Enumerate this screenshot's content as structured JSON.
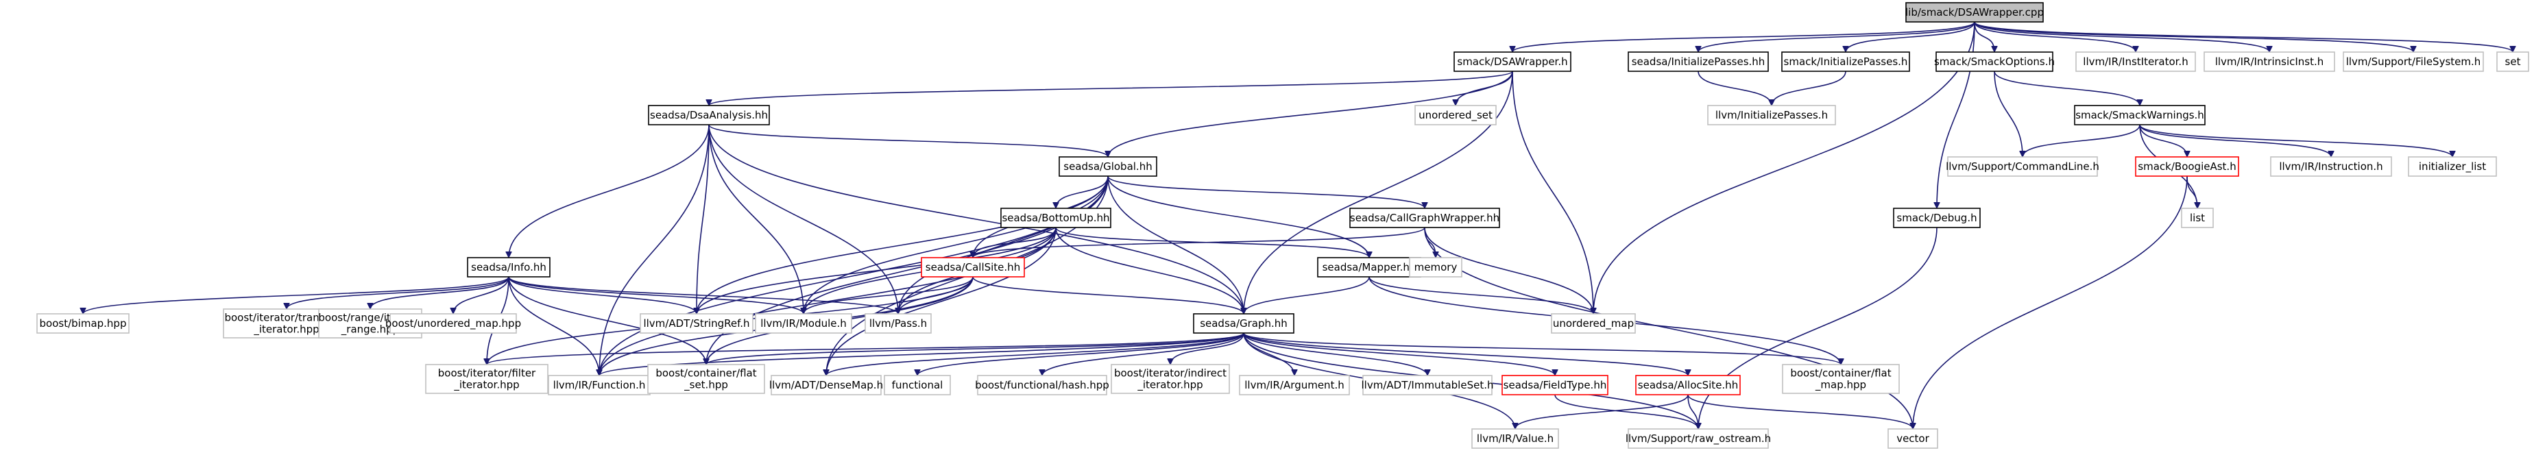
{
  "colors": {
    "edge": "#191970",
    "box_default": "#bfbfbf",
    "box_documented": "#000000",
    "box_incomplete": "#ff0000",
    "root_fill": "#bfbfbf",
    "fill": "#ffffff"
  },
  "nodes": [
    {
      "id": "root",
      "lines": [
        "lib/smack/DSAWrapper.cpp"
      ],
      "kind": "root"
    },
    {
      "id": "dsawrapper",
      "lines": [
        "smack/DSAWrapper.h"
      ],
      "kind": "documented"
    },
    {
      "id": "seadsa_init",
      "lines": [
        "seadsa/InitializePasses.hh"
      ],
      "kind": "documented"
    },
    {
      "id": "smack_init",
      "lines": [
        "smack/InitializePasses.h"
      ],
      "kind": "documented"
    },
    {
      "id": "smackoptions",
      "lines": [
        "smack/SmackOptions.h"
      ],
      "kind": "documented"
    },
    {
      "id": "institerator",
      "lines": [
        "llvm/IR/InstIterator.h"
      ],
      "kind": "default"
    },
    {
      "id": "intrinsicinst",
      "lines": [
        "llvm/IR/IntrinsicInst.h"
      ],
      "kind": "default"
    },
    {
      "id": "filesystem",
      "lines": [
        "llvm/Support/FileSystem.h"
      ],
      "kind": "default"
    },
    {
      "id": "set",
      "lines": [
        "set"
      ],
      "kind": "default"
    },
    {
      "id": "dsaanalysis",
      "lines": [
        "seadsa/DsaAnalysis.hh"
      ],
      "kind": "documented"
    },
    {
      "id": "unordered_set",
      "lines": [
        "unordered_set"
      ],
      "kind": "default"
    },
    {
      "id": "llvm_initpasses",
      "lines": [
        "llvm/InitializePasses.h"
      ],
      "kind": "default"
    },
    {
      "id": "smackwarnings",
      "lines": [
        "smack/SmackWarnings.h"
      ],
      "kind": "documented"
    },
    {
      "id": "global",
      "lines": [
        "seadsa/Global.hh"
      ],
      "kind": "documented"
    },
    {
      "id": "commandline",
      "lines": [
        "llvm/Support/CommandLine.h"
      ],
      "kind": "default"
    },
    {
      "id": "boogieast",
      "lines": [
        "smack/BoogieAst.h"
      ],
      "kind": "incomplete"
    },
    {
      "id": "instruction",
      "lines": [
        "llvm/IR/Instruction.h"
      ],
      "kind": "default"
    },
    {
      "id": "initializer_list",
      "lines": [
        "initializer_list"
      ],
      "kind": "default"
    },
    {
      "id": "bottomup",
      "lines": [
        "seadsa/BottomUp.hh"
      ],
      "kind": "documented"
    },
    {
      "id": "callgraphwrapper",
      "lines": [
        "seadsa/CallGraphWrapper.hh"
      ],
      "kind": "documented"
    },
    {
      "id": "list",
      "lines": [
        "list"
      ],
      "kind": "default"
    },
    {
      "id": "debug",
      "lines": [
        "smack/Debug.h"
      ],
      "kind": "documented"
    },
    {
      "id": "info",
      "lines": [
        "seadsa/Info.hh"
      ],
      "kind": "documented"
    },
    {
      "id": "callsite",
      "lines": [
        "seadsa/CallSite.hh"
      ],
      "kind": "incomplete"
    },
    {
      "id": "mapper",
      "lines": [
        "seadsa/Mapper.hh"
      ],
      "kind": "documented"
    },
    {
      "id": "memory",
      "lines": [
        "memory"
      ],
      "kind": "default"
    },
    {
      "id": "bimap",
      "lines": [
        "boost/bimap.hpp"
      ],
      "kind": "default"
    },
    {
      "id": "transform_iter",
      "lines": [
        "boost/iterator/transform",
        "_iterator.hpp"
      ],
      "kind": "default"
    },
    {
      "id": "range_iter",
      "lines": [
        "boost/range/iterator",
        "_range.hpp"
      ],
      "kind": "default"
    },
    {
      "id": "unordered_map_hpp",
      "lines": [
        "boost/unordered_map.hpp"
      ],
      "kind": "default"
    },
    {
      "id": "stringref",
      "lines": [
        "llvm/ADT/StringRef.h"
      ],
      "kind": "default"
    },
    {
      "id": "module",
      "lines": [
        "llvm/IR/Module.h"
      ],
      "kind": "default"
    },
    {
      "id": "pass",
      "lines": [
        "llvm/Pass.h"
      ],
      "kind": "default"
    },
    {
      "id": "unordered_map",
      "lines": [
        "unordered_map"
      ],
      "kind": "default"
    },
    {
      "id": "graph",
      "lines": [
        "seadsa/Graph.hh"
      ],
      "kind": "documented"
    },
    {
      "id": "filter_iter",
      "lines": [
        "boost/iterator/filter",
        "_iterator.hpp"
      ],
      "kind": "default"
    },
    {
      "id": "function",
      "lines": [
        "llvm/IR/Function.h"
      ],
      "kind": "default"
    },
    {
      "id": "flat_set",
      "lines": [
        "boost/container/flat",
        "_set.hpp"
      ],
      "kind": "default"
    },
    {
      "id": "densemap",
      "lines": [
        "llvm/ADT/DenseMap.h"
      ],
      "kind": "default"
    },
    {
      "id": "functional",
      "lines": [
        "functional"
      ],
      "kind": "default"
    },
    {
      "id": "hash",
      "lines": [
        "boost/functional/hash.hpp"
      ],
      "kind": "default"
    },
    {
      "id": "indirect_iter",
      "lines": [
        "boost/iterator/indirect",
        "_iterator.hpp"
      ],
      "kind": "default"
    },
    {
      "id": "argument",
      "lines": [
        "llvm/IR/Argument.h"
      ],
      "kind": "default"
    },
    {
      "id": "immutableset",
      "lines": [
        "llvm/ADT/ImmutableSet.h"
      ],
      "kind": "default"
    },
    {
      "id": "fieldtype",
      "lines": [
        "seadsa/FieldType.hh"
      ],
      "kind": "incomplete"
    },
    {
      "id": "allocsite",
      "lines": [
        "seadsa/AllocSite.hh"
      ],
      "kind": "incomplete"
    },
    {
      "id": "flat_map",
      "lines": [
        "boost/container/flat",
        "_map.hpp"
      ],
      "kind": "default"
    },
    {
      "id": "vector",
      "lines": [
        "vector"
      ],
      "kind": "default"
    },
    {
      "id": "value",
      "lines": [
        "llvm/IR/Value.h"
      ],
      "kind": "default"
    },
    {
      "id": "raw_ostream",
      "lines": [
        "llvm/Support/raw_ostream.h"
      ],
      "kind": "default"
    }
  ],
  "edges": [
    [
      "root",
      "dsawrapper"
    ],
    [
      "root",
      "seadsa_init"
    ],
    [
      "root",
      "smack_init"
    ],
    [
      "root",
      "smackoptions"
    ],
    [
      "root",
      "institerator"
    ],
    [
      "root",
      "intrinsicinst"
    ],
    [
      "root",
      "filesystem"
    ],
    [
      "root",
      "set"
    ],
    [
      "root",
      "debug"
    ],
    [
      "root",
      "unordered_map"
    ],
    [
      "dsawrapper",
      "dsaanalysis"
    ],
    [
      "dsawrapper",
      "unordered_set"
    ],
    [
      "dsawrapper",
      "global"
    ],
    [
      "dsawrapper",
      "graph"
    ],
    [
      "dsawrapper",
      "unordered_map"
    ],
    [
      "seadsa_init",
      "llvm_initpasses"
    ],
    [
      "smack_init",
      "llvm_initpasses"
    ],
    [
      "smackoptions",
      "smackwarnings"
    ],
    [
      "smackoptions",
      "commandline"
    ],
    [
      "smackwarnings",
      "commandline"
    ],
    [
      "smackwarnings",
      "boogieast"
    ],
    [
      "smackwarnings",
      "instruction"
    ],
    [
      "smackwarnings",
      "initializer_list"
    ],
    [
      "smackwarnings",
      "list"
    ],
    [
      "boogieast",
      "list"
    ],
    [
      "boogieast",
      "vector"
    ],
    [
      "dsaanalysis",
      "global"
    ],
    [
      "dsaanalysis",
      "info"
    ],
    [
      "dsaanalysis",
      "graph"
    ],
    [
      "dsaanalysis",
      "stringref"
    ],
    [
      "dsaanalysis",
      "module"
    ],
    [
      "dsaanalysis",
      "pass"
    ],
    [
      "dsaanalysis",
      "function"
    ],
    [
      "global",
      "bottomup"
    ],
    [
      "global",
      "callgraphwrapper"
    ],
    [
      "global",
      "callsite"
    ],
    [
      "global",
      "mapper"
    ],
    [
      "global",
      "graph"
    ],
    [
      "global",
      "stringref"
    ],
    [
      "global",
      "module"
    ],
    [
      "global",
      "pass"
    ],
    [
      "global",
      "function"
    ],
    [
      "global",
      "flat_set"
    ],
    [
      "global",
      "densemap"
    ],
    [
      "bottomup",
      "callsite"
    ],
    [
      "bottomup",
      "mapper"
    ],
    [
      "bottomup",
      "graph"
    ],
    [
      "bottomup",
      "stringref"
    ],
    [
      "bottomup",
      "module"
    ],
    [
      "bottomup",
      "pass"
    ],
    [
      "bottomup",
      "function"
    ],
    [
      "bottomup",
      "densemap"
    ],
    [
      "callgraphwrapper",
      "callsite"
    ],
    [
      "callgraphwrapper",
      "memory"
    ],
    [
      "callgraphwrapper",
      "unordered_map"
    ],
    [
      "callgraphwrapper",
      "vector"
    ],
    [
      "info",
      "bimap"
    ],
    [
      "info",
      "transform_iter"
    ],
    [
      "info",
      "range_iter"
    ],
    [
      "info",
      "unordered_map_hpp"
    ],
    [
      "info",
      "stringref"
    ],
    [
      "info",
      "module"
    ],
    [
      "info",
      "pass"
    ],
    [
      "info",
      "filter_iter"
    ],
    [
      "info",
      "function"
    ],
    [
      "info",
      "flat_set"
    ],
    [
      "callsite",
      "module"
    ],
    [
      "callsite",
      "pass"
    ],
    [
      "callsite",
      "graph"
    ],
    [
      "callsite",
      "filter_iter"
    ],
    [
      "callsite",
      "function"
    ],
    [
      "callsite",
      "flat_set"
    ],
    [
      "mapper",
      "graph"
    ],
    [
      "mapper",
      "unordered_map"
    ],
    [
      "mapper",
      "flat_map"
    ],
    [
      "graph",
      "filter_iter"
    ],
    [
      "graph",
      "function"
    ],
    [
      "graph",
      "flat_set"
    ],
    [
      "graph",
      "densemap"
    ],
    [
      "graph",
      "functional"
    ],
    [
      "graph",
      "hash"
    ],
    [
      "graph",
      "indirect_iter"
    ],
    [
      "graph",
      "argument"
    ],
    [
      "graph",
      "immutableset"
    ],
    [
      "graph",
      "fieldtype"
    ],
    [
      "graph",
      "allocsite"
    ],
    [
      "graph",
      "flat_map"
    ],
    [
      "graph",
      "value"
    ],
    [
      "graph",
      "raw_ostream"
    ],
    [
      "fieldtype",
      "raw_ostream"
    ],
    [
      "allocsite",
      "raw_ostream"
    ],
    [
      "allocsite",
      "value"
    ],
    [
      "allocsite",
      "vector"
    ],
    [
      "debug",
      "raw_ostream"
    ]
  ]
}
